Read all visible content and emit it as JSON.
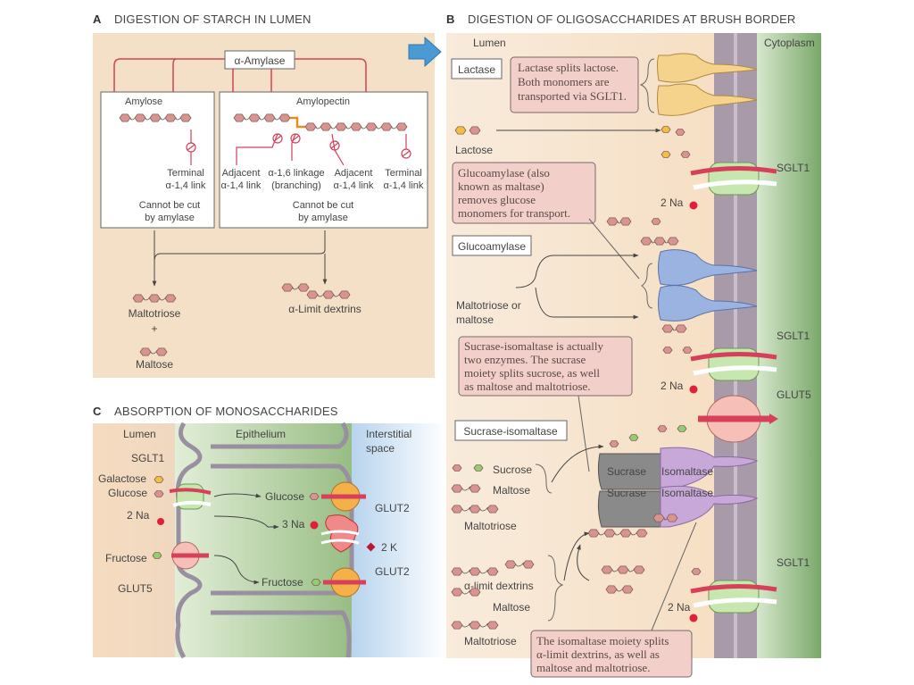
{
  "panel_a": {
    "letter": "A",
    "title": "DIGESTION OF STARCH IN LUMEN",
    "enzyme_label": "α-Amylase",
    "amylose_label": "Amylose",
    "amylopectin_label": "Amylopectin",
    "amylose_terminal": [
      "Terminal",
      "α-1,4 link"
    ],
    "amylose_cannot": [
      "Cannot be cut",
      "by amylase"
    ],
    "amylopectin_links": [
      [
        "Adjacent",
        "α-1,4 link"
      ],
      [
        "α-1,6 linkage",
        "(branching)"
      ],
      [
        "Adjacent",
        "α-1,4 link"
      ],
      [
        "Terminal",
        "α-1,4 link"
      ]
    ],
    "amylopectin_cannot": [
      "Cannot be cut",
      "by amylase"
    ],
    "product_maltotriose": "Maltotriose",
    "plus": "+",
    "product_maltose": "Maltose",
    "product_limit_dextrins": "α-Limit dextrins"
  },
  "panel_b": {
    "letter": "B",
    "title": "DIGESTION OF OLIGOSACCHARIDES AT BRUSH BORDER",
    "lumen_label": "Lumen",
    "cytoplasm_label": "Cytoplasm",
    "lactase_label": "Lactase",
    "lactase_note": [
      "Lactase splits lactose.",
      "Both monomers are",
      "transported via SGLT1."
    ],
    "lactose_label": "Lactose",
    "glucoamylase_note": [
      "Glucoamylase (also",
      "known as maltase)",
      "removes glucose",
      "monomers for transport."
    ],
    "glucoamylase_label": "Glucoamylase",
    "maltotriose_or_maltose": [
      "Maltotriose or",
      "maltose"
    ],
    "sucrase_note": [
      "Sucrase-isomaltase is actually",
      "two enzymes. The sucrase",
      "moiety splits sucrose, as well",
      "as maltose and maltotriose."
    ],
    "sucrase_isomaltase_label": "Sucrase-isomaltase",
    "sucrose_label": "Sucrose",
    "maltose_label": "Maltose",
    "maltotriose_label": "Maltotriose",
    "sucrase_label": "Sucrase",
    "isomaltase_label": "Isomaltase",
    "limit_dextrins_label": "α-limit dextrins",
    "isomaltase_note": [
      "The isomaltase moiety splits",
      "α-limit dextrins, as well as",
      "maltose and maltotriose."
    ],
    "sglt1_label": "SGLT1",
    "glut5_label": "GLUT5",
    "na_label": "2 Na",
    "plus": "+"
  },
  "panel_c": {
    "letter": "C",
    "title": "ABSORPTION OF MONOSACCHARIDES",
    "lumen_label": "Lumen",
    "epithelium_label": "Epithelium",
    "interstitial_label": [
      "Interstitial",
      "space"
    ],
    "sglt1_label": "SGLT1",
    "galactose_label": "Galactose",
    "glucose_label": "Glucose",
    "na2_label": "2 Na",
    "glucose_inside_label": "Glucose",
    "glut2_label": "GLUT2",
    "na3_label": "3 Na",
    "k2_label": "2 K",
    "fructose_label": "Fructose",
    "glut5_label": "GLUT5",
    "fructose_inside_label": "Fructose",
    "glut2_label_2": "GLUT2"
  },
  "colors": {
    "panel_bg": "#f3e0c6",
    "lumen_bg": "#f7e8d6",
    "membrane": "#a89aa8",
    "cytoplasm": "#9cc08c",
    "arrow_blue": "#4a9ad4",
    "enzyme_arrow": "#d6405a",
    "glucose_hex": "#d89490",
    "galactose_hex": "#f2c040",
    "fructose_hex": "#8cd070",
    "note_bg": "#f2cfc8"
  }
}
